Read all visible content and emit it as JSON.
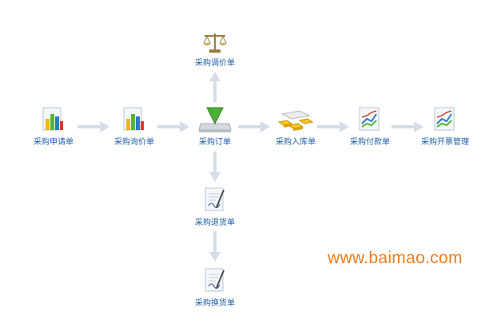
{
  "nodes": {
    "apply": "采购申请单",
    "inquiry": "采购询价单",
    "order": "采购订单",
    "adjust": "采购调价单",
    "inbound": "采购入库单",
    "payment": "采购付款单",
    "invoice": "采购开票管理",
    "return": "采购退货单",
    "exchange": "采购换货单"
  },
  "icons": {
    "apply": "bar-chart-document-icon",
    "inquiry": "bar-chart-document-icon",
    "order": "green-down-arrow-tray-icon",
    "adjust": "balance-scale-icon",
    "inbound": "gold-bars-icon",
    "payment": "line-chart-document-icon",
    "invoice": "line-chart-document-icon",
    "return": "signed-document-icon",
    "exchange": "signed-document-icon"
  },
  "watermark": "www.baimao.com",
  "colors": {
    "arrow": "#d5dde8",
    "label": "#1f5fa8",
    "watermark": "#f07c1a"
  }
}
